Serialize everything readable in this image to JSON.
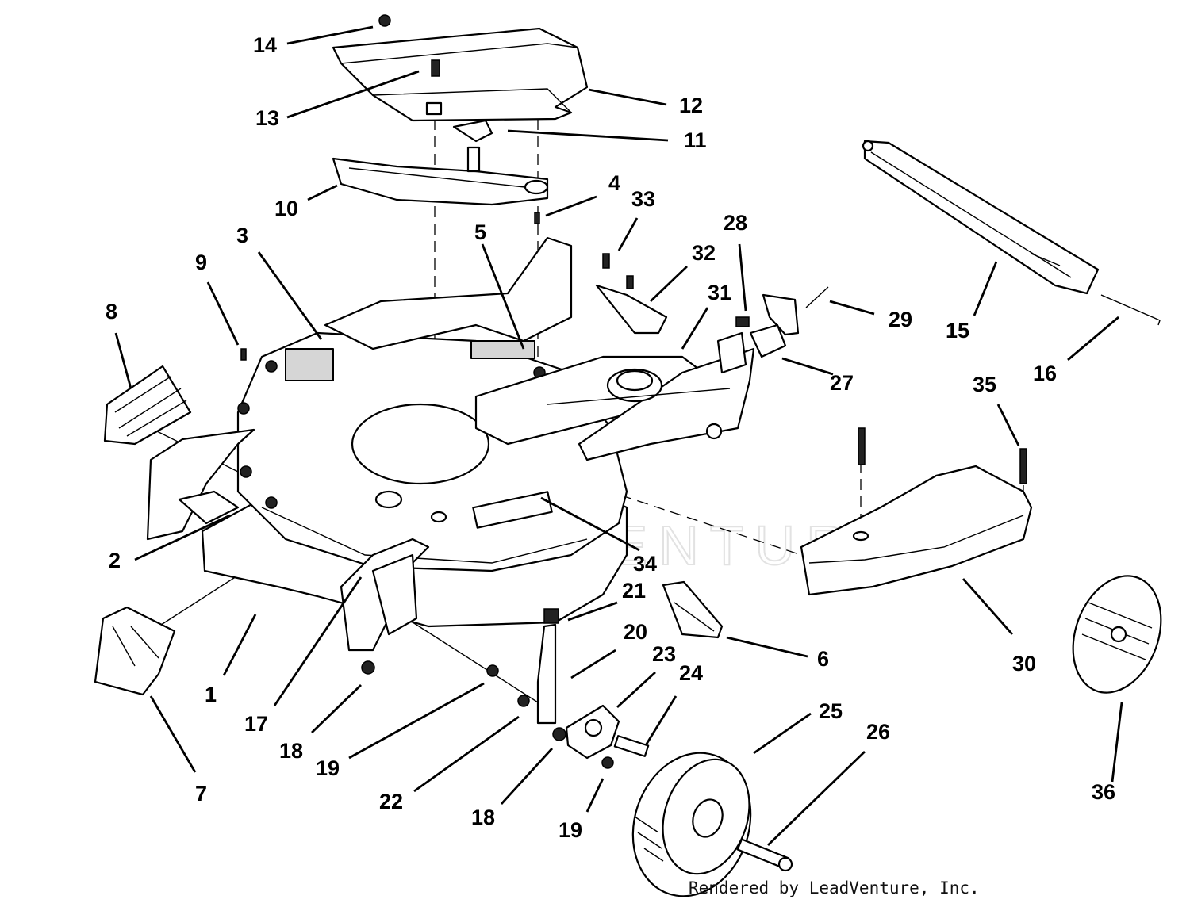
{
  "diagram": {
    "callouts": [
      "1",
      "2",
      "3",
      "4",
      "5",
      "6",
      "7",
      "8",
      "9",
      "10",
      "11",
      "12",
      "13",
      "14",
      "15",
      "16",
      "17",
      "18",
      "19",
      "20",
      "21",
      "22",
      "23",
      "24",
      "25",
      "26",
      "27",
      "28",
      "29",
      "30",
      "31",
      "32",
      "33",
      "34",
      "35",
      "36",
      "18",
      "19"
    ],
    "watermark": "LEADVENTURE"
  },
  "footer": {
    "credit": "Rendered by LeadVenture, Inc."
  }
}
